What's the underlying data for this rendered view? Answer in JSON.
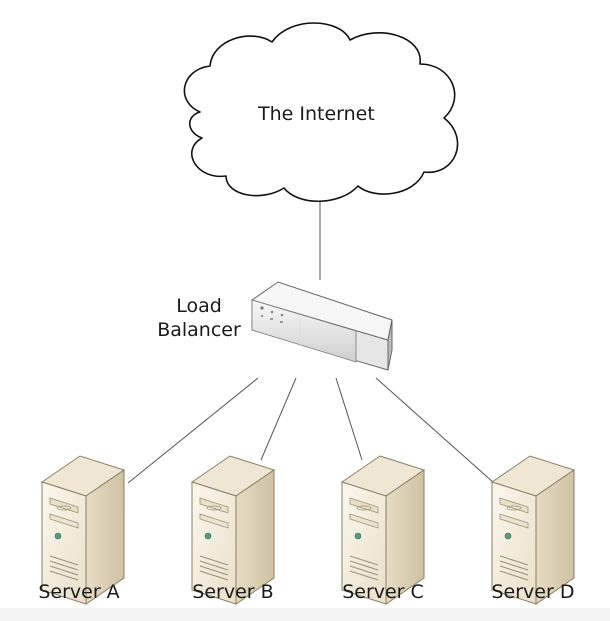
{
  "internet": {
    "label": "The Internet"
  },
  "load_balancer": {
    "label_line1": "Load",
    "label_line2": "Balancer"
  },
  "servers": [
    {
      "label": "Server A"
    },
    {
      "label": "Server B"
    },
    {
      "label": "Server C"
    },
    {
      "label": "Server D"
    }
  ],
  "colors": {
    "line": "#555555",
    "cloud_stroke": "#111111",
    "server_light": "#f5efe1",
    "server_side": "#d8ccb1",
    "server_top": "#ece3cd",
    "led": "#5a9a84"
  }
}
